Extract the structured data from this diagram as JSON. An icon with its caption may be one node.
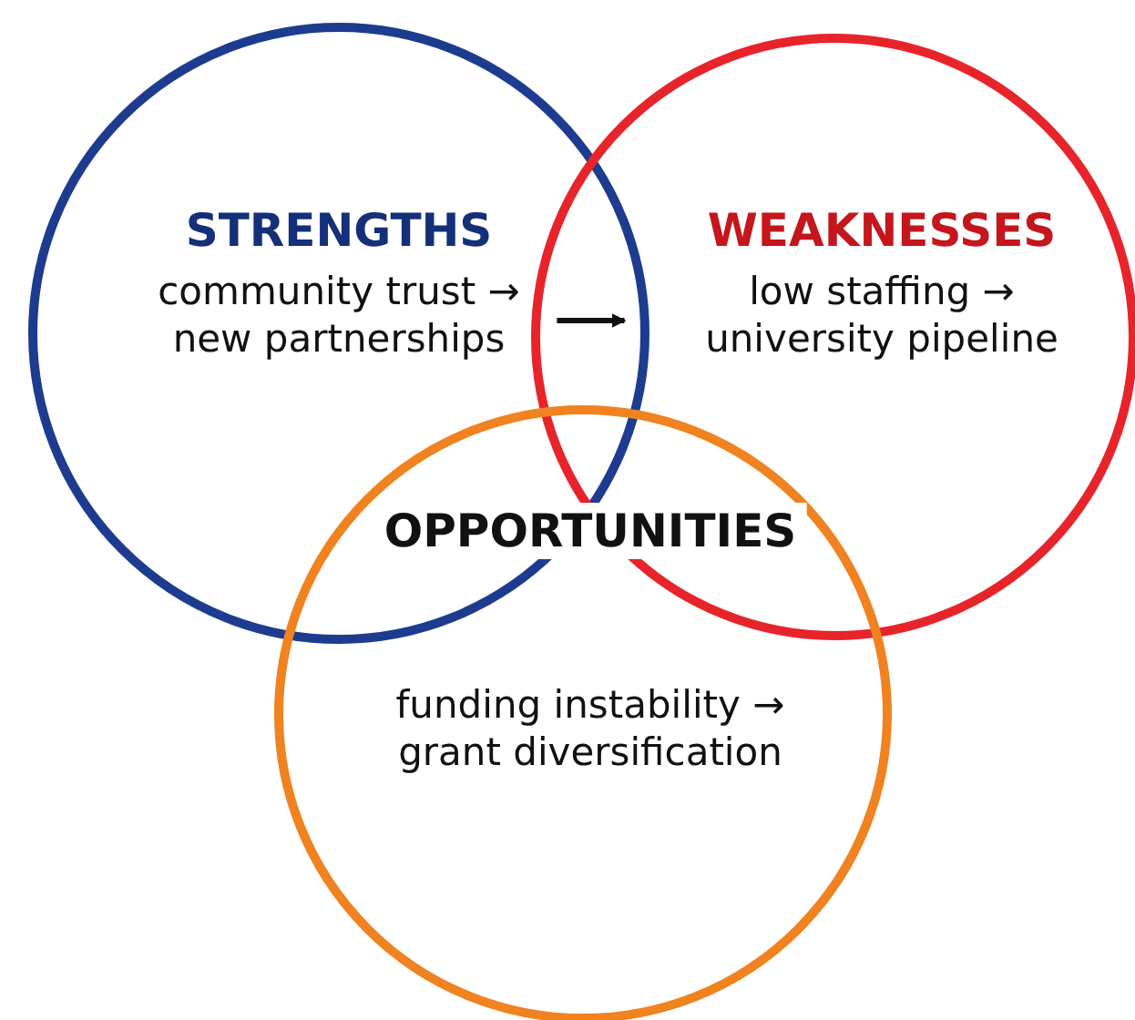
{
  "diagram": {
    "nodes": [
      {
        "text": [
          "STRENGTHS",
          "community trust → new partnerships"
        ]
      },
      {
        "text": [
          "WEAKNESSES",
          "low staffing → university pipeline"
        ]
      },
      {
        "text": [
          "OPPORTUNITIES",
          "funding instability → grant diversification"
        ]
      }
    ],
    "edges": [
      {
        "from": 0,
        "to": 1,
        "arrow": "to"
      }
    ]
  }
}
